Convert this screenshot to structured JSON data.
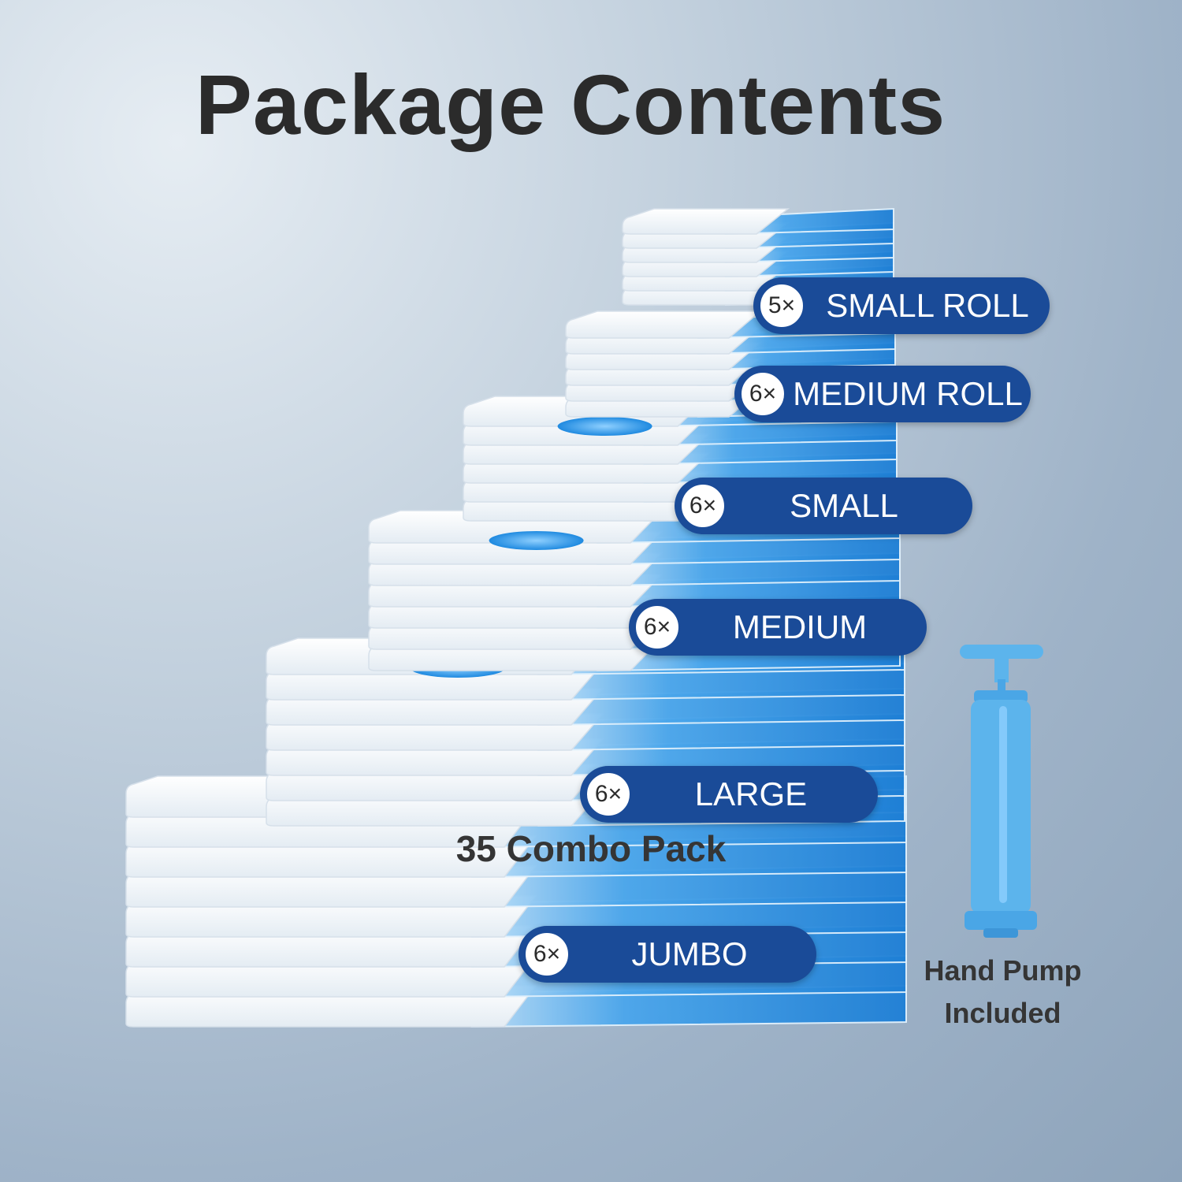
{
  "title": "Package Contents",
  "caption": "35 Combo Pack",
  "pump": {
    "caption_line1": "Hand Pump",
    "caption_line2": "Included",
    "icon": "hand-pump-icon"
  },
  "items": [
    {
      "count": "5×",
      "label": "SMALL ROLL"
    },
    {
      "count": "6×",
      "label": "MEDIUM ROLL"
    },
    {
      "count": "6×",
      "label": "SMALL"
    },
    {
      "count": "6×",
      "label": "MEDIUM"
    },
    {
      "count": "6×",
      "label": "LARGE"
    },
    {
      "count": "6×",
      "label": "JUMBO"
    }
  ],
  "colors": {
    "tag": "#1a4b98",
    "bag_blue": "#2f8fe0",
    "valve": "#3aa0ef",
    "pump": "#5cb4ec"
  }
}
